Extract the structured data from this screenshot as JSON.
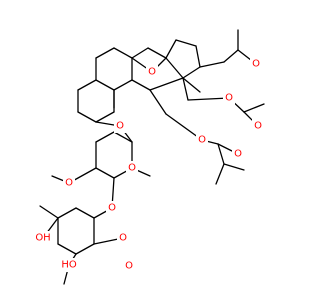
{
  "colors": {
    "bond": "#000000",
    "oxygen": "#ff0000",
    "background": "#ffffff"
  },
  "atom_labels": {
    "o_epoxy": "O",
    "o_acetyl_carbonyl": "O",
    "o_acetyl_ester": "O",
    "o_acetate_ester": "O",
    "o_acetate_carbonyl": "O",
    "o_ibu_ester": "O",
    "o_ibu_carbonyl": "O",
    "o_glycosidic_1": "O",
    "o_ring_sugar1": "O",
    "o_methoxy_1": "O",
    "o_glycosidic_2": "O",
    "o_ring_sugar2": "O",
    "o_hydroxyl_1": "OH",
    "o_hydroxyl_2": "HO",
    "o_methoxy_2": "O"
  }
}
